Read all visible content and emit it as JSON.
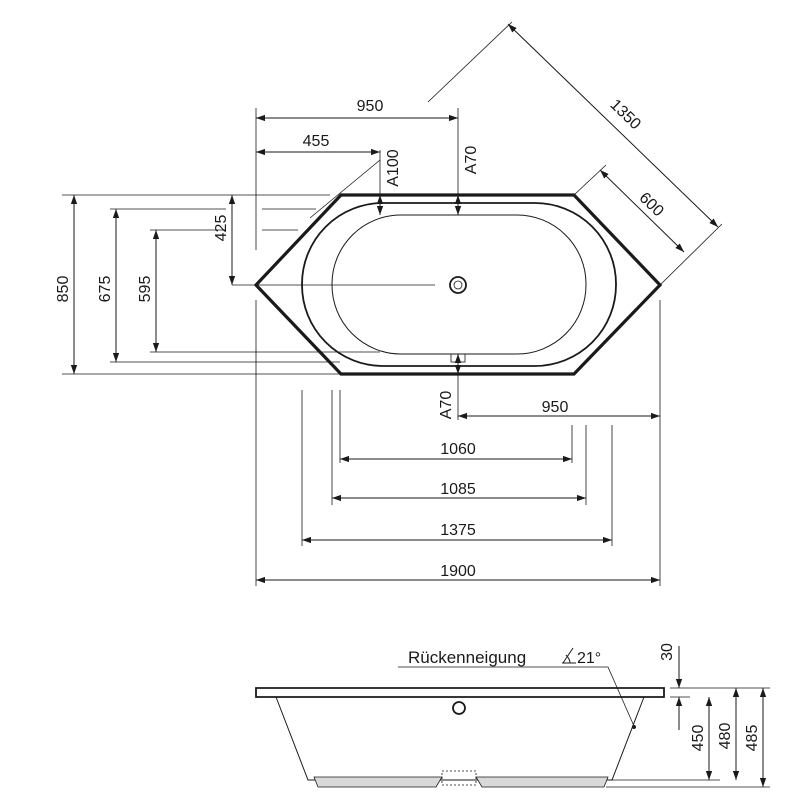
{
  "plan_view": {
    "dim_top_950": "950",
    "dim_455": "455",
    "dim_A100": "A100",
    "dim_A70_top": "A70",
    "dim_1350": "1350",
    "dim_600": "600",
    "dim_425": "425",
    "dim_850": "850",
    "dim_675": "675",
    "dim_595": "595",
    "dim_A70_bottom": "A70",
    "dim_right_950": "950",
    "dim_1060": "1060",
    "dim_1085": "1085",
    "dim_1375": "1375",
    "dim_1900": "1900"
  },
  "side_view": {
    "backrest_label": "Rückenneigung",
    "backrest_angle": "21°",
    "dim_30": "30",
    "dim_450": "450",
    "dim_480": "480",
    "dim_485": "485"
  },
  "colors": {
    "line": "#1a1a1a",
    "background": "#ffffff",
    "feet": "#d9d9d9"
  }
}
